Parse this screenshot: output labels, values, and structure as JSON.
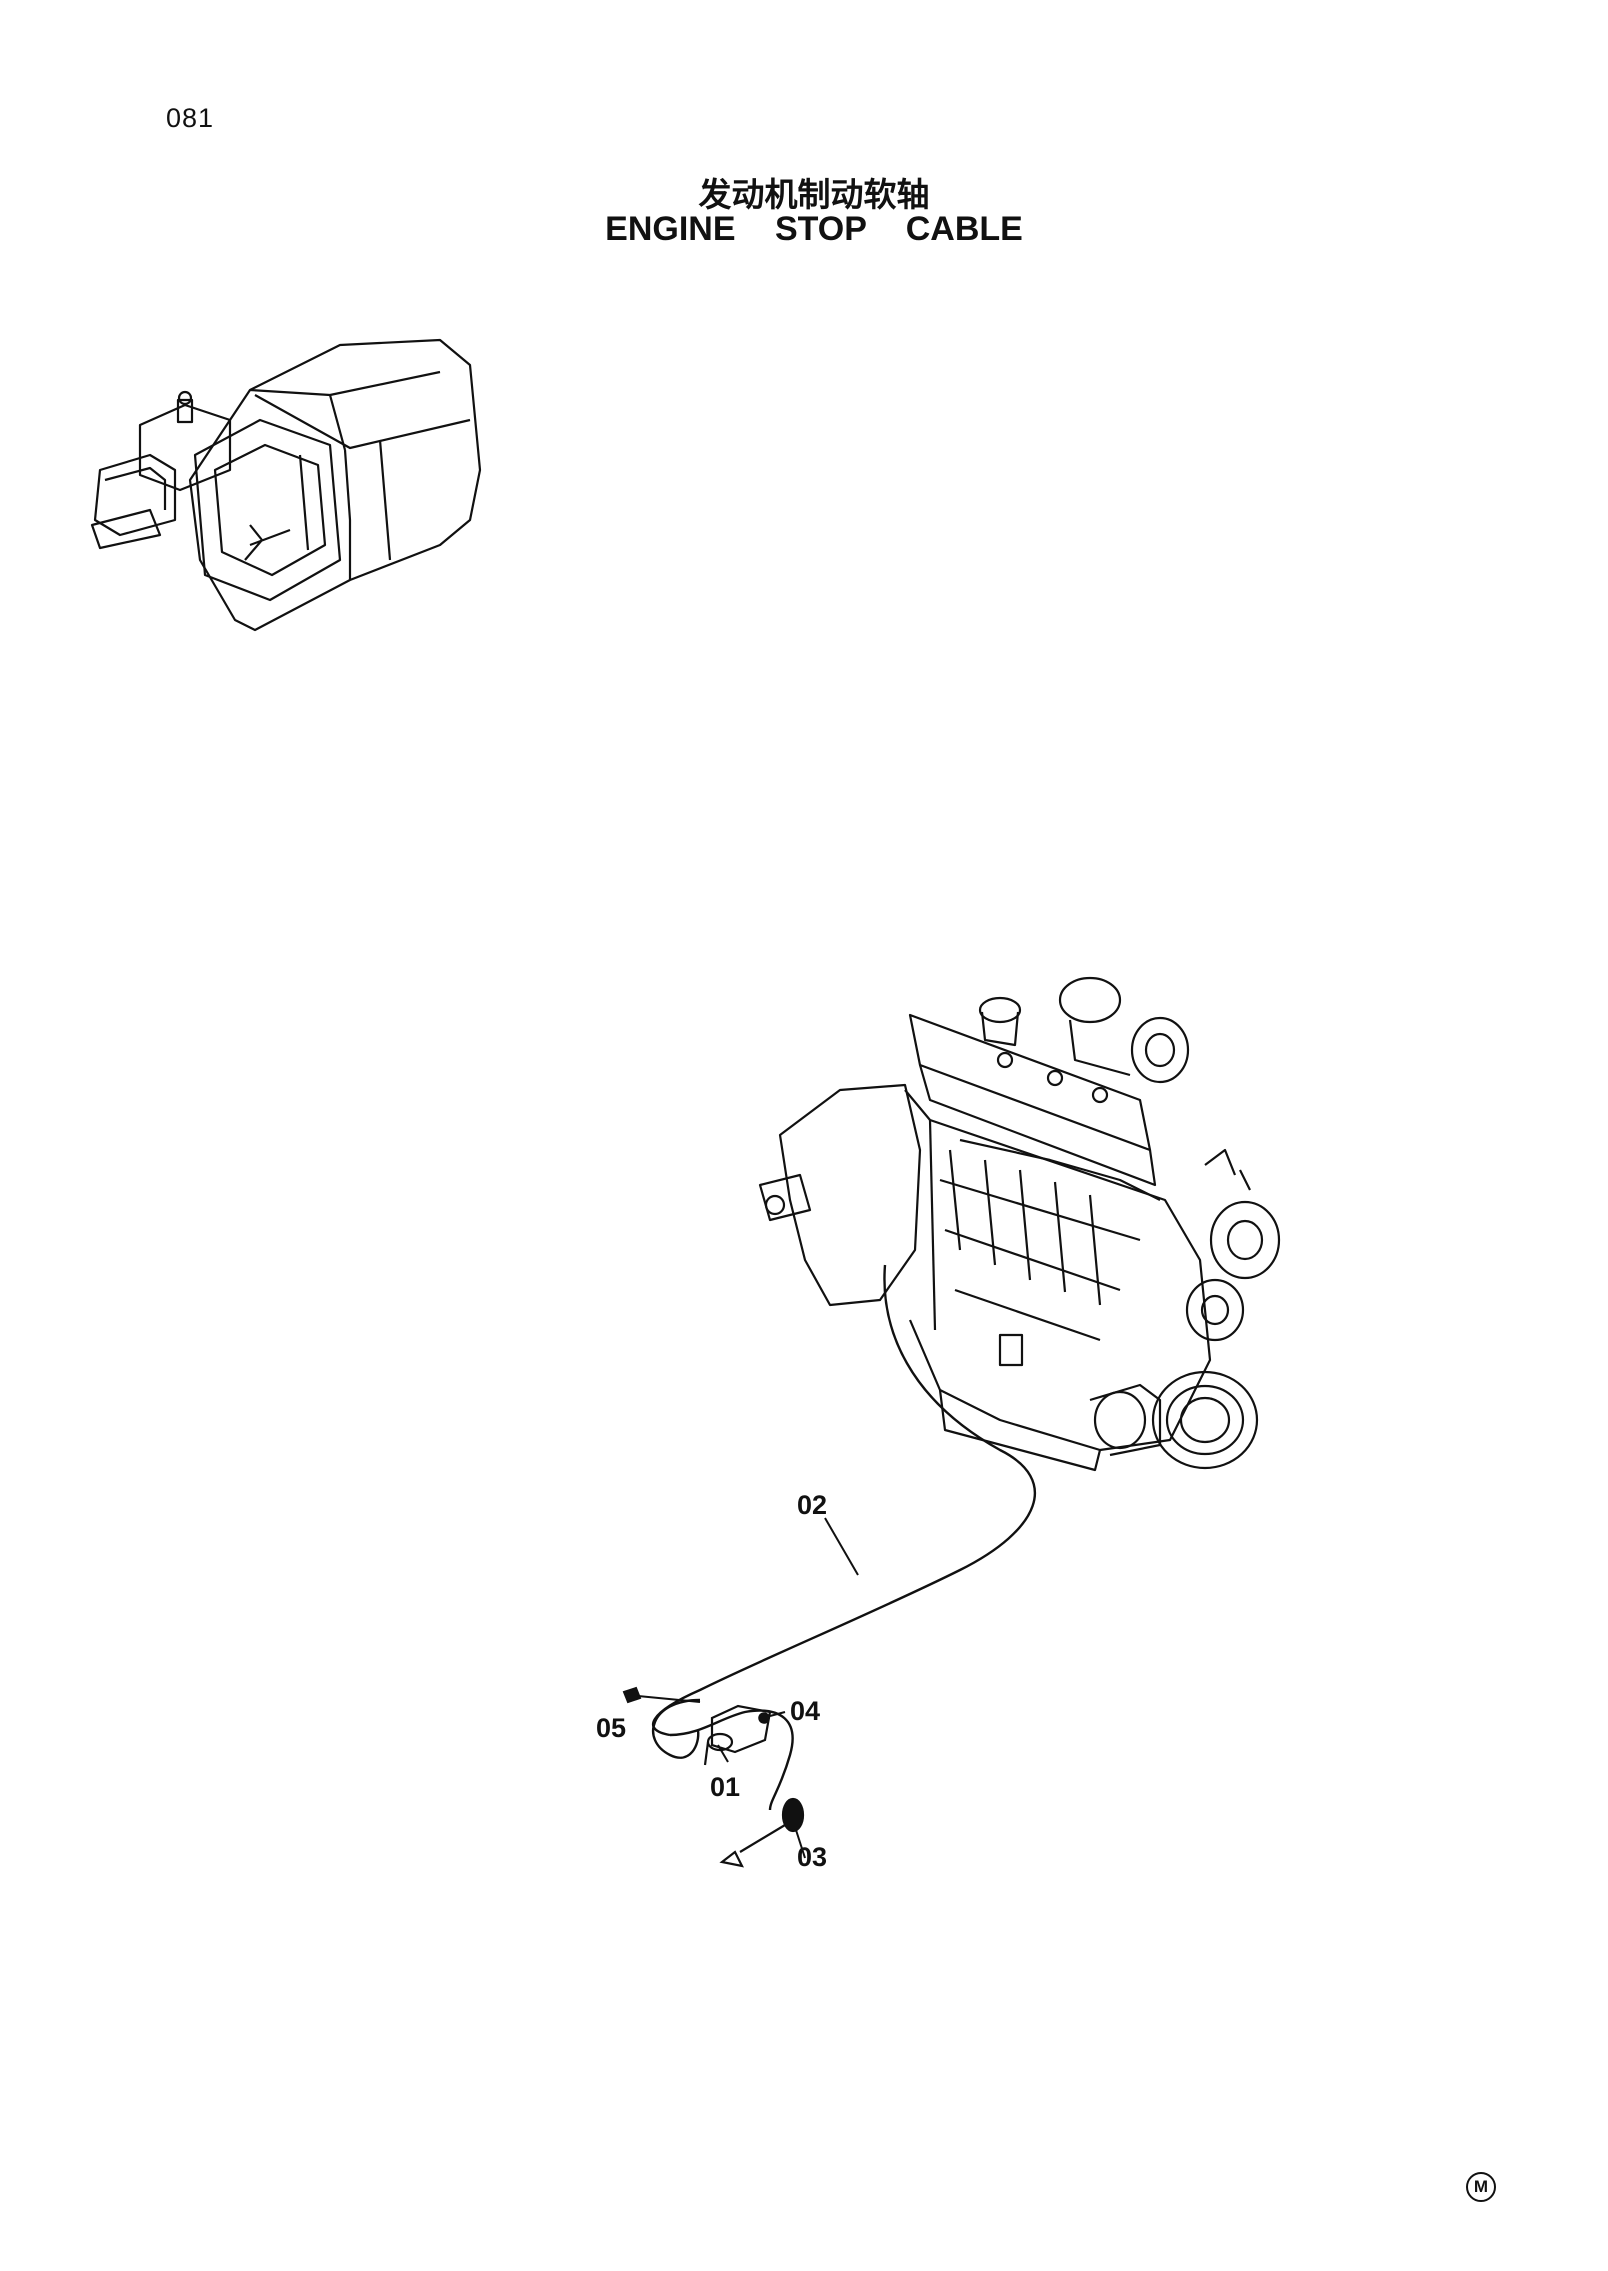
{
  "page": {
    "number": "081",
    "title_cn": "发动机制动软轴",
    "title_en": "ENGINE   STOP   CABLE"
  },
  "parts": [
    {
      "ref": "01"
    },
    {
      "ref": "02"
    },
    {
      "ref": "03"
    },
    {
      "ref": "04"
    },
    {
      "ref": "05"
    }
  ],
  "marks": {
    "manufacturer_symbol": "M"
  }
}
